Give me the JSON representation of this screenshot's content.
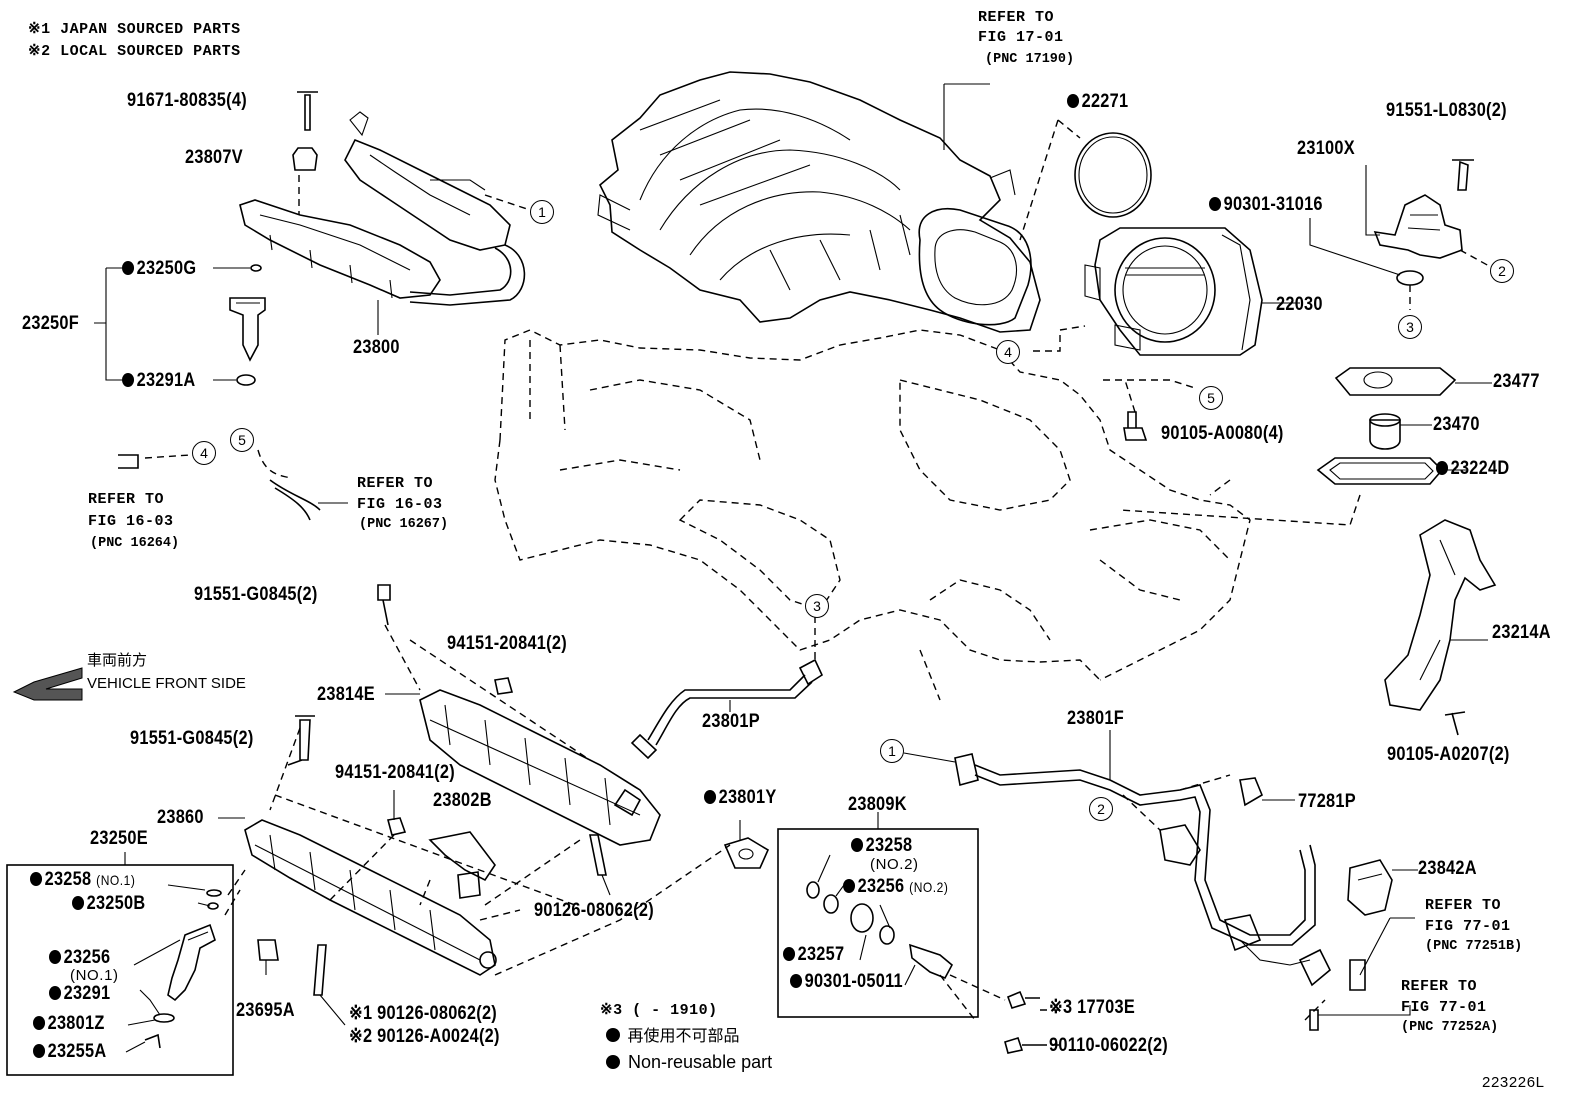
{
  "notes": {
    "n1": "※1 JAPAN SOURCED PARTS",
    "n2": "※2 LOCAL SOURCED PARTS",
    "n3": "※3 (        - 1910)",
    "jp_nonreusable": "再使用不可部品",
    "en_nonreusable": "Non-reusable part"
  },
  "direction": {
    "jp": "車両前方",
    "en": "VEHICLE FRONT SIDE"
  },
  "refs": {
    "fig1701_throttle": [
      "REFER TO",
      "FIG 17-01",
      "(PNC 17190)"
    ],
    "fig1603_a": [
      "REFER TO",
      "FIG 16-03",
      "(PNC 16264)"
    ],
    "fig1603_b": [
      "REFER TO",
      "FIG 16-03",
      "(PNC 16267)"
    ],
    "fig7701_a": [
      "REFER TO",
      "FIG 77-01",
      "(PNC 77251B)"
    ],
    "fig7701_b": [
      "REFER TO",
      "FIG 77-01",
      "(PNC 77252A)"
    ]
  },
  "parts": {
    "p91671": "91671-80835(4)",
    "p23807V": "23807V",
    "p23250G": "23250G",
    "p23250F": "23250F",
    "p23291A": "23291A",
    "p23800": "23800",
    "p22271": "22271",
    "p22030": "22030",
    "p91551L": "91551-L0830(2)",
    "p23100X": "23100X",
    "p90301_31016": "90301-31016",
    "p23477": "23477",
    "p23470": "23470",
    "p23224D": "23224D",
    "p90105_A0080": "90105-A0080(4)",
    "p91551G_a": "91551-G0845(2)",
    "p94151_a": "94151-20841(2)",
    "p23814E": "23814E",
    "p91551G_b": "91551-G0845(2)",
    "p23801P": "23801P",
    "p23801F": "23801F",
    "p23214A": "23214A",
    "p90105_A0207": "90105-A0207(2)",
    "p94151_b": "94151-20841(2)",
    "p23802B": "23802B",
    "p23801Y": "23801Y",
    "p23809K": "23809K",
    "p77281P": "77281P",
    "p23860": "23860",
    "p23250E": "23250E",
    "p23258_no1": "23258",
    "p23258_no1_sub": "(NO.1)",
    "p23250B": "23250B",
    "p23256_no1": "23256",
    "p23256_no1_sub": "(NO.1)",
    "p23291": "23291",
    "p23801Z": "23801Z",
    "p23255A": "23255A",
    "p23695A": "23695A",
    "p90126_08062_a": "90126-08062(2)",
    "p90126_08062_b": "※1 90126-08062(2)",
    "p90126_A0024": "※2 90126-A0024(2)",
    "p23258_no2": "23258",
    "p23258_no2_sub": "(NO.2)",
    "p23256_no2": "23256",
    "p23256_no2_sub": "(NO.2)",
    "p23257": "23257",
    "p90301_05011": "90301-05011",
    "p17703E": "※3 17703E",
    "p90110": "90110-06022(2)",
    "p23842A": "23842A"
  },
  "callouts": [
    "1",
    "2",
    "3",
    "4",
    "5"
  ],
  "figure_id": "223226L"
}
